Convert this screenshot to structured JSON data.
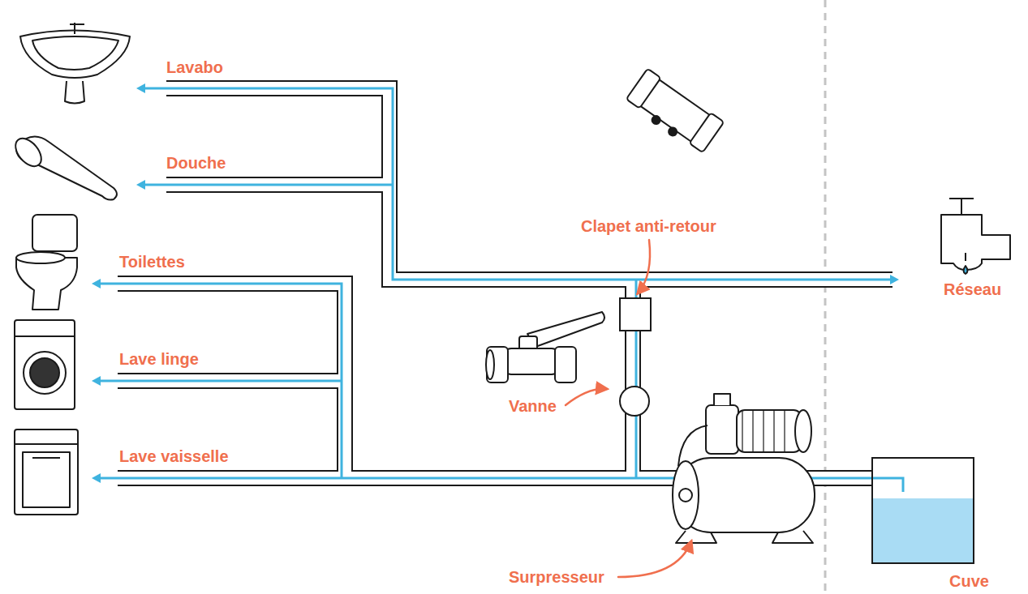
{
  "diagram": {
    "labels": [
      "Lavabo",
      "Douche",
      "Clapet anti-retour",
      "Réseau",
      "Toilettes",
      "Lave linge",
      "Vanne",
      "Lave vaisselle",
      "Surpresseur",
      "Cuve"
    ]
  }
}
